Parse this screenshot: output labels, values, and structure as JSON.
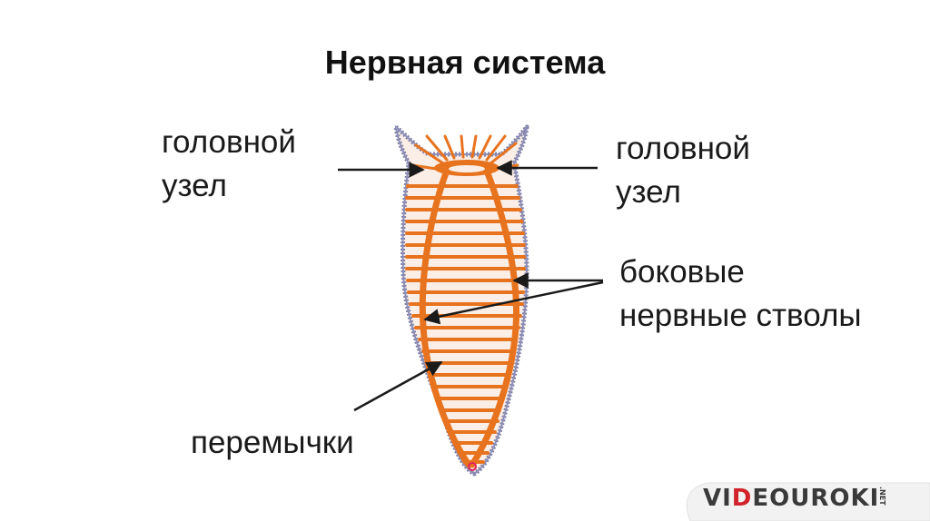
{
  "title": "Нервная система",
  "labels": {
    "head_node_left": [
      "головной",
      "узел"
    ],
    "head_node_right": [
      "головной",
      "узел"
    ],
    "lateral_trunks": [
      "боковые",
      "нервные стволы"
    ],
    "bridges": "перемычки"
  },
  "watermark": {
    "text_before": "VI",
    "text_accent": "D",
    "text_after": "EOUROKI",
    "suffix": ".NET"
  },
  "colors": {
    "nerve": "#e8731e",
    "body_fill": "#fbeee6",
    "body_outline": "#7c7ea8",
    "arrow": "#1a1a1a",
    "logo_accent": "#d2232a"
  }
}
